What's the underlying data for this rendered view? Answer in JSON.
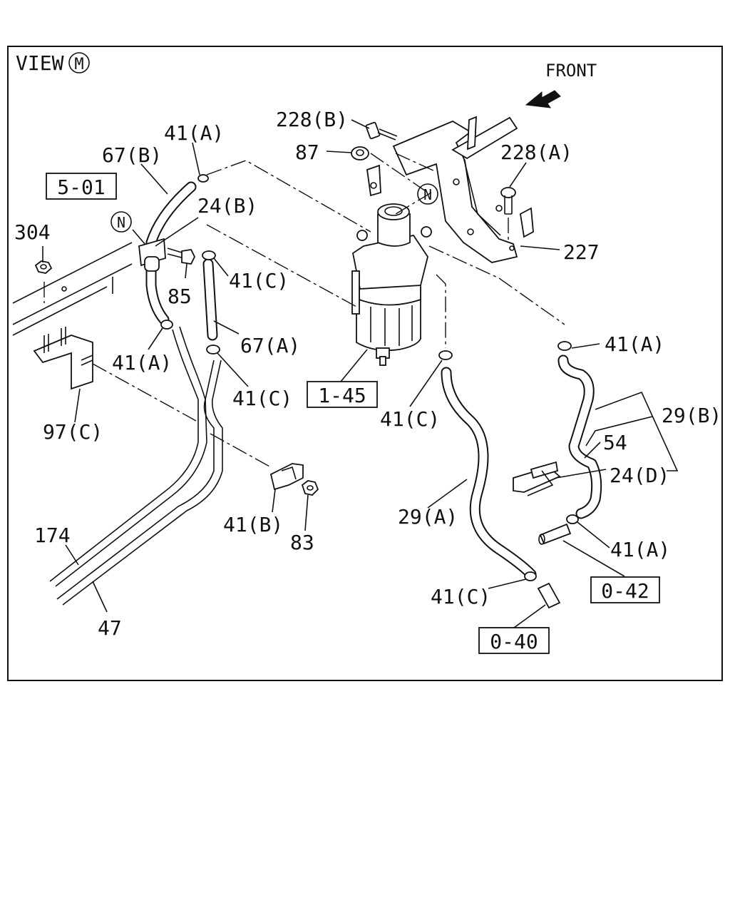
{
  "view": {
    "prefix": "VIEW",
    "circle_letter": "M"
  },
  "direction_label": "FRONT",
  "boxed_refs": {
    "ref_5_01": "5-01",
    "ref_1_45": "1-45",
    "ref_0_42": "0-42",
    "ref_0_40": "0-40"
  },
  "callouts": {
    "c_228B": "228(B)",
    "c_87": "87",
    "c_228A": "228(A)",
    "c_227": "227",
    "c_41A_top": "41(A)",
    "c_67B": "67(B)",
    "c_24B": "24(B)",
    "c_304": "304",
    "c_85": "85",
    "c_41C_upper": "41(C)",
    "c_67A": "67(A)",
    "c_41A_left": "41(A)",
    "c_41C_mid": "41(C)",
    "c_97C": "97(C)",
    "c_41B": "41(B)",
    "c_83": "83",
    "c_174": "174",
    "c_47": "47",
    "c_41C_center": "41(C)",
    "c_29A": "29(A)",
    "c_41C_lower": "41(C)",
    "c_41A_right": "41(A)",
    "c_29B": "29(B)",
    "c_54": "54",
    "c_24D": "24(D)",
    "c_41A_lower": "41(A)"
  },
  "circle_markers": {
    "marker_left": "N",
    "marker_right": "N"
  }
}
